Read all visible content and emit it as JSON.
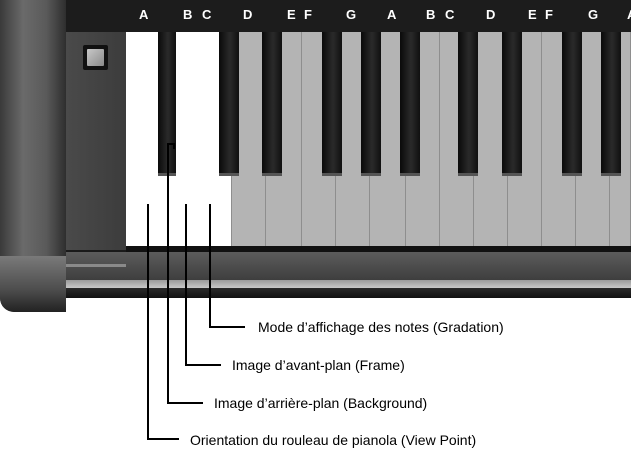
{
  "keyboard": {
    "note_labels": [
      "A",
      "B",
      "C",
      "D",
      "E",
      "F",
      "G",
      "A",
      "B",
      "C",
      "D",
      "E",
      "F",
      "G",
      "A"
    ]
  },
  "callouts": {
    "gradation": "Mode d’affichage des notes (Gradation)",
    "frame": "Image d’avant-plan (Frame)",
    "background": "Image d’arrière-plan (Background)",
    "view_point": "Orientation du rouleau de pianola (View Point)"
  },
  "colors": {
    "highlight_keys": "#ffffff",
    "inactive_keys": "#b4b4b4",
    "black_keys": "#111111",
    "case": "#4a4a4a"
  }
}
